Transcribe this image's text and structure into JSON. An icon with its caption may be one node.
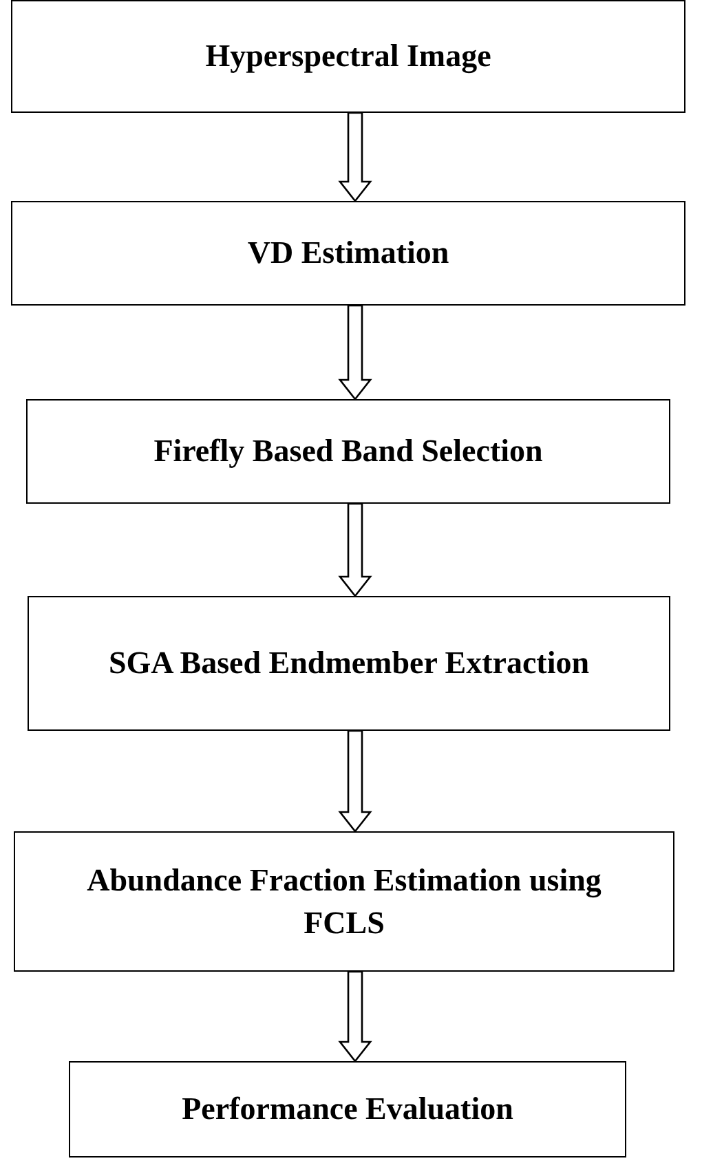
{
  "diagram": {
    "nodes": [
      {
        "text": [
          "Hyperspectral Image"
        ]
      },
      {
        "text": [
          "VD Estimation"
        ]
      },
      {
        "text": [
          "Firefly Based Band Selection"
        ]
      },
      {
        "text": [
          "SGA Based Endmember Extraction"
        ]
      },
      {
        "text": [
          "Abundance Fraction Estimation using FCLS"
        ]
      },
      {
        "text": [
          "Performance Evaluation"
        ]
      }
    ],
    "edges": [
      {
        "from": 0,
        "to": 1,
        "arrow": "to"
      },
      {
        "from": 1,
        "to": 2,
        "arrow": "to"
      },
      {
        "from": 2,
        "to": 3,
        "arrow": "to"
      },
      {
        "from": 3,
        "to": 4,
        "arrow": "to"
      },
      {
        "from": 4,
        "to": 5,
        "arrow": "to"
      }
    ]
  }
}
